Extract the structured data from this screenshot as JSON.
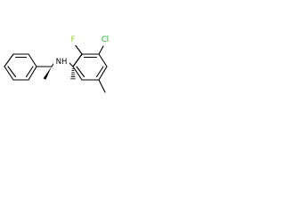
{
  "structure": {
    "atoms": {
      "nitrogen": {
        "text": "NH",
        "color": "#000000"
      },
      "fluorine": {
        "text": "F",
        "color": "#9acd32"
      },
      "chlorine": {
        "text": "Cl",
        "color": "#1ca81c"
      }
    }
  }
}
